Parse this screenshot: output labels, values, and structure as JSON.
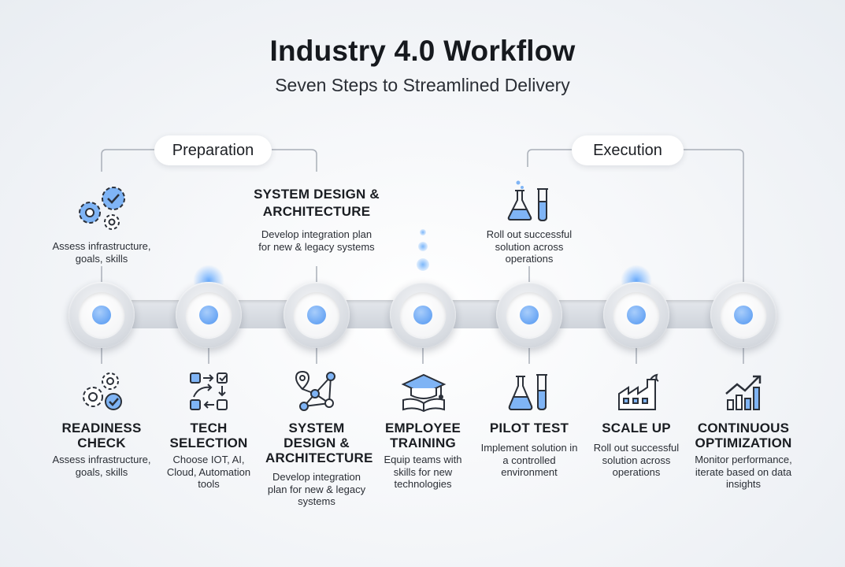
{
  "title": "Industry 4.0 Workflow",
  "subtitle": "Seven Steps to Streamlined Delivery",
  "phases": [
    {
      "label": "Preparation"
    },
    {
      "label": "Execution"
    }
  ],
  "upper_callouts": [
    {
      "icon": "gears-check-icon",
      "desc": "Assess infrastructure, goals, skills"
    },
    {
      "title": "SYSTEM DESIGN & ARCHITECTURE",
      "desc": "Develop integration plan for new & legacy systems"
    },
    {
      "icon": "lab-flask-icon",
      "desc": "Roll out successful solution across operations"
    }
  ],
  "steps": [
    {
      "title": "READINESS CHECK",
      "desc": "Assess infrastructure, goals, skills",
      "icon": "gears-check-icon"
    },
    {
      "title": "TECH SELECTION",
      "desc": "Choose IOT, AI, Cloud, Automation tools",
      "icon": "selection-flow-icon"
    },
    {
      "title": "SYSTEM DESIGN & ARCHITECTURE",
      "desc": "Develop integration plan for new & legacy systems",
      "icon": "network-nodes-icon"
    },
    {
      "title": "EMPLOYEE TRAINING",
      "desc": "Equip teams with skills for new technologies",
      "icon": "graduation-book-icon"
    },
    {
      "title": "PILOT TEST",
      "desc": "Implement solution in a controlled environment",
      "icon": "lab-flask-icon"
    },
    {
      "title": "SCALE UP",
      "desc": "Roll out successful solution across operations",
      "icon": "factory-icon"
    },
    {
      "title": "CONTINUOUS OPTIMIZATION",
      "desc": "Monitor performance, iterate based on data insights",
      "icon": "growth-chart-icon"
    }
  ],
  "colors": {
    "accent": "#6aa6f4",
    "icon_blue": "#7fb4f5",
    "icon_stroke": "#2b3039"
  }
}
